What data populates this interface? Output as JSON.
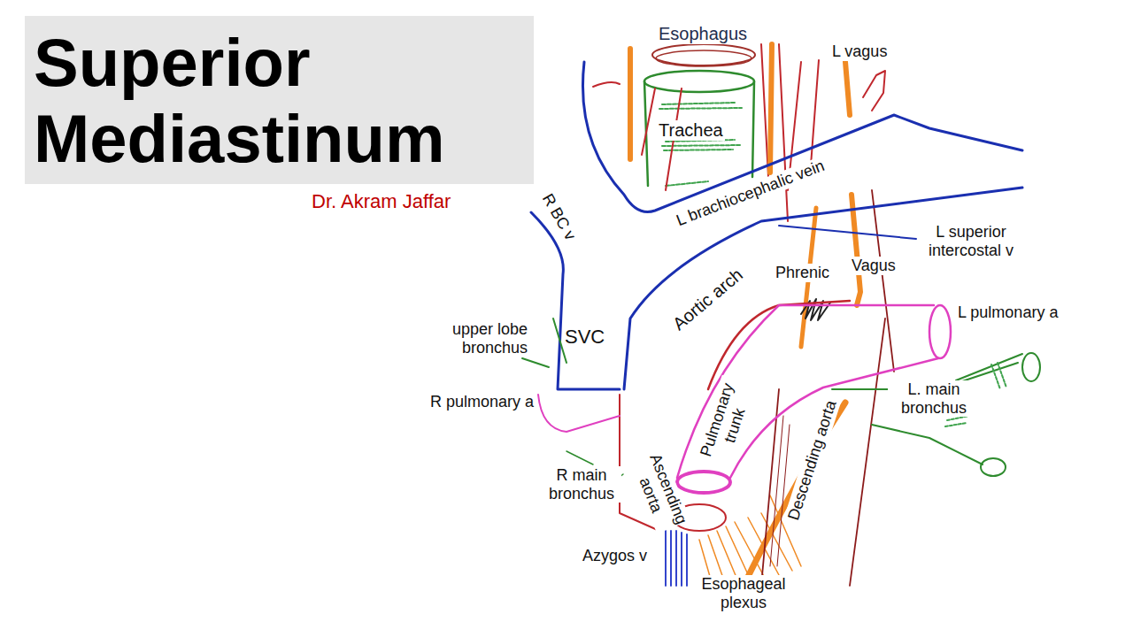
{
  "diagram": {
    "title": "Superior Mediastinum",
    "labels": [
      "Dr. Akram Jaffar",
      "Esophagus",
      "L vagus",
      "Trachea",
      "R BC v",
      "L brachiocephalic vein",
      "L superior intercostal v",
      "Phrenic",
      "Vagus",
      "Aortic arch",
      "L pulmonary a",
      "upper lobe bronchus",
      "SVC",
      "R pulmonary a",
      "L. main bronchus",
      "Pulmonary trunk",
      "Descending aorta",
      "R main bronchus",
      "Ascending aorta",
      "Azygos v",
      "Esophageal plexus"
    ]
  }
}
